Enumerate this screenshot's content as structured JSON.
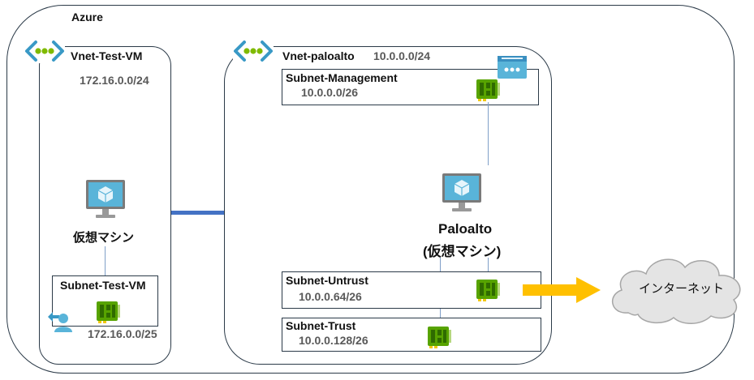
{
  "azure": {
    "label": "Azure"
  },
  "vnet_test": {
    "name": "Vnet-Test-VM",
    "cidr": "172.16.0.0/24",
    "vm_label": "仮想マシン",
    "subnet": {
      "name": "Subnet-Test-VM",
      "cidr": "172.16.0.0/25"
    }
  },
  "vnet_palo": {
    "name": "Vnet-paloalto",
    "cidr": "10.0.0.0/24",
    "subnets": [
      {
        "name": "Subnet-Management",
        "cidr": "10.0.0.0/26"
      },
      {
        "name": "Subnet-Untrust",
        "cidr": "10.0.0.64/26"
      },
      {
        "name": "Subnet-Trust",
        "cidr": "10.0.0.128/26"
      }
    ],
    "vm_label_line1": "Paloalto",
    "vm_label_line2": "(仮想マシン)"
  },
  "internet": {
    "label": "インターネット"
  },
  "colors": {
    "vnet_green": "#7fba00",
    "vnet_blue": "#3999c6",
    "peering_line": "#4472c4",
    "arrow": "#ffc000",
    "nic_green": "#57a300",
    "vm_blue": "#59b4d9"
  },
  "icons": [
    "vnet-icon",
    "vm-icon",
    "nic-icon",
    "user-icon",
    "public-ip-icon",
    "cloud-icon",
    "arrow-right-icon"
  ]
}
